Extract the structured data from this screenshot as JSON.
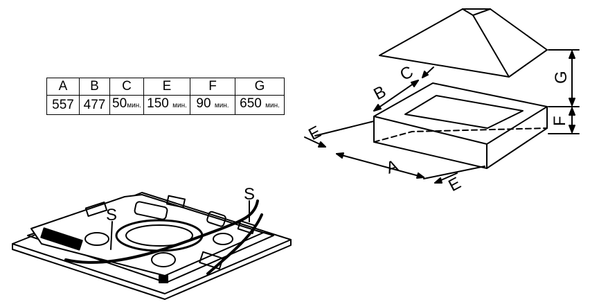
{
  "dimensions_table": {
    "headers": [
      "A",
      "B",
      "C",
      "E",
      "F",
      "G"
    ],
    "values": [
      {
        "num": "557",
        "unit": ""
      },
      {
        "num": "477",
        "unit": ""
      },
      {
        "num": "50",
        "unit": "мин."
      },
      {
        "num": "150 ",
        "unit": "мин."
      },
      {
        "num": "90 ",
        "unit": "мин."
      },
      {
        "num": "650 ",
        "unit": "мин."
      }
    ]
  },
  "installation_diagram": {
    "labels": {
      "a": "A",
      "b": "B",
      "c": "C",
      "e_left": "E",
      "e_right": "E",
      "f": "F",
      "g": "G"
    }
  },
  "hob_diagram": {
    "labels": {
      "s_left": "S",
      "s_right": "S"
    }
  }
}
